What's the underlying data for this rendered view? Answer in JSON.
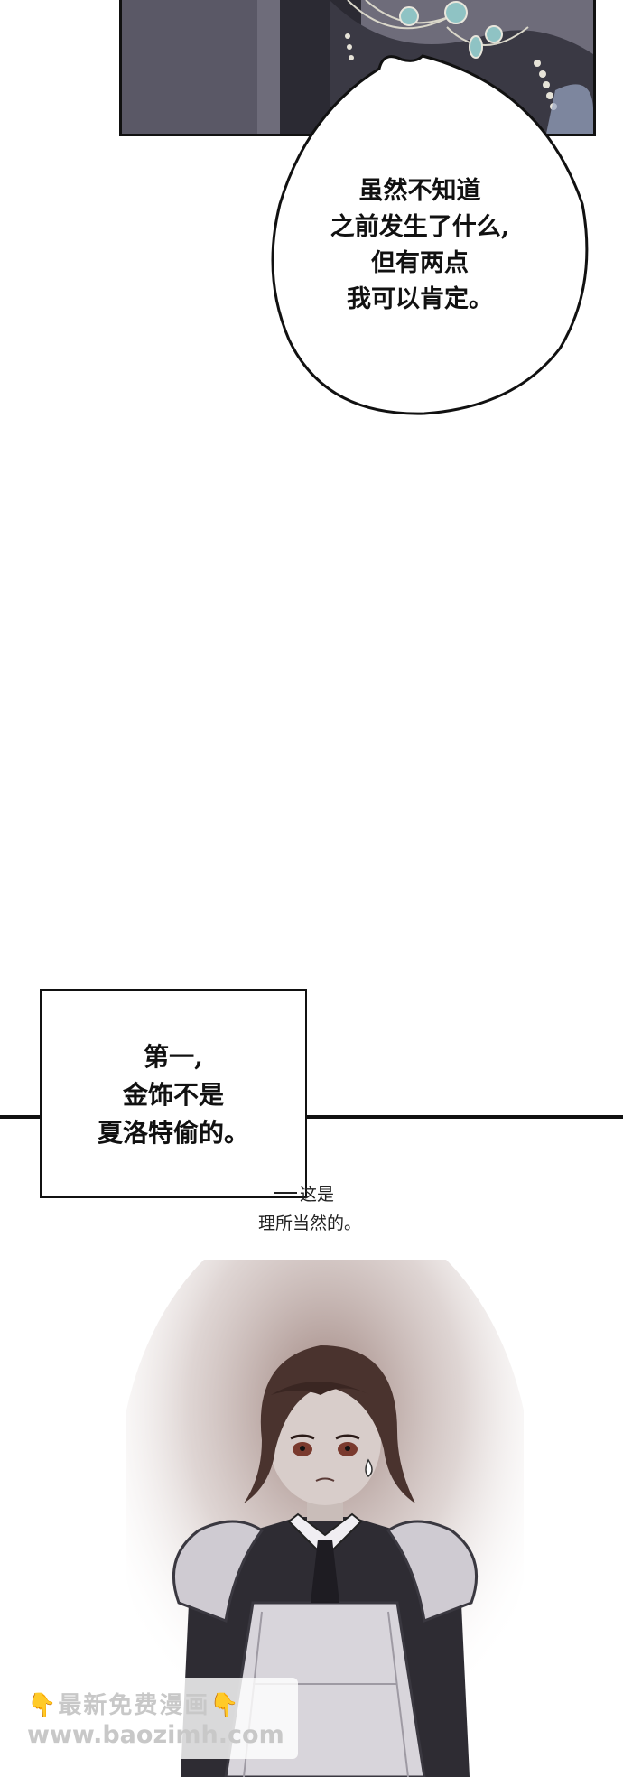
{
  "bubble": {
    "lines": [
      "虽然不知道",
      "之前发生了什么,",
      "但有两点",
      "我可以肯定。"
    ]
  },
  "narration": {
    "lines": [
      "第一,",
      "金饰不是",
      "夏洛特偷的。"
    ]
  },
  "note": {
    "lines": [
      "这是",
      "理所当然的。"
    ]
  },
  "watermark": {
    "title": "最新免费漫画",
    "url": "www.baozimh.com",
    "emoji": "👇"
  },
  "colors": {
    "panel": "#54525f",
    "ink": "#111111",
    "watermark_text": "#c8c8c8"
  }
}
